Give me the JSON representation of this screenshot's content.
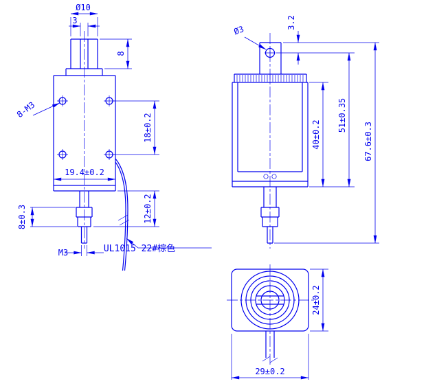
{
  "colors": {
    "line_blue": "#0000ee",
    "background": "#ffffff"
  },
  "front_view": {
    "dim_plunger_dia": "Ø10",
    "dim_slot_width": "3",
    "dim_cap_height": "8",
    "holes_callout": "8-M3",
    "dim_hole_spacing": "18±0.2",
    "dim_body_width": "19.4±0.2",
    "dim_plunger_extension": "12±0.2",
    "dim_nut_section": "8±0.3",
    "thread_callout": "M3",
    "wire_callout": "UL1015 22#棕色"
  },
  "side_view": {
    "hole_callout": "Ø3",
    "dim_hole_offset": "3.2",
    "dim_body_height": "40±0.2",
    "dim_mid_height": "51±0.35",
    "dim_total_height": "67.6±0.3"
  },
  "bottom_view": {
    "dim_depth": "24±0.2",
    "dim_width": "29±0.2"
  }
}
